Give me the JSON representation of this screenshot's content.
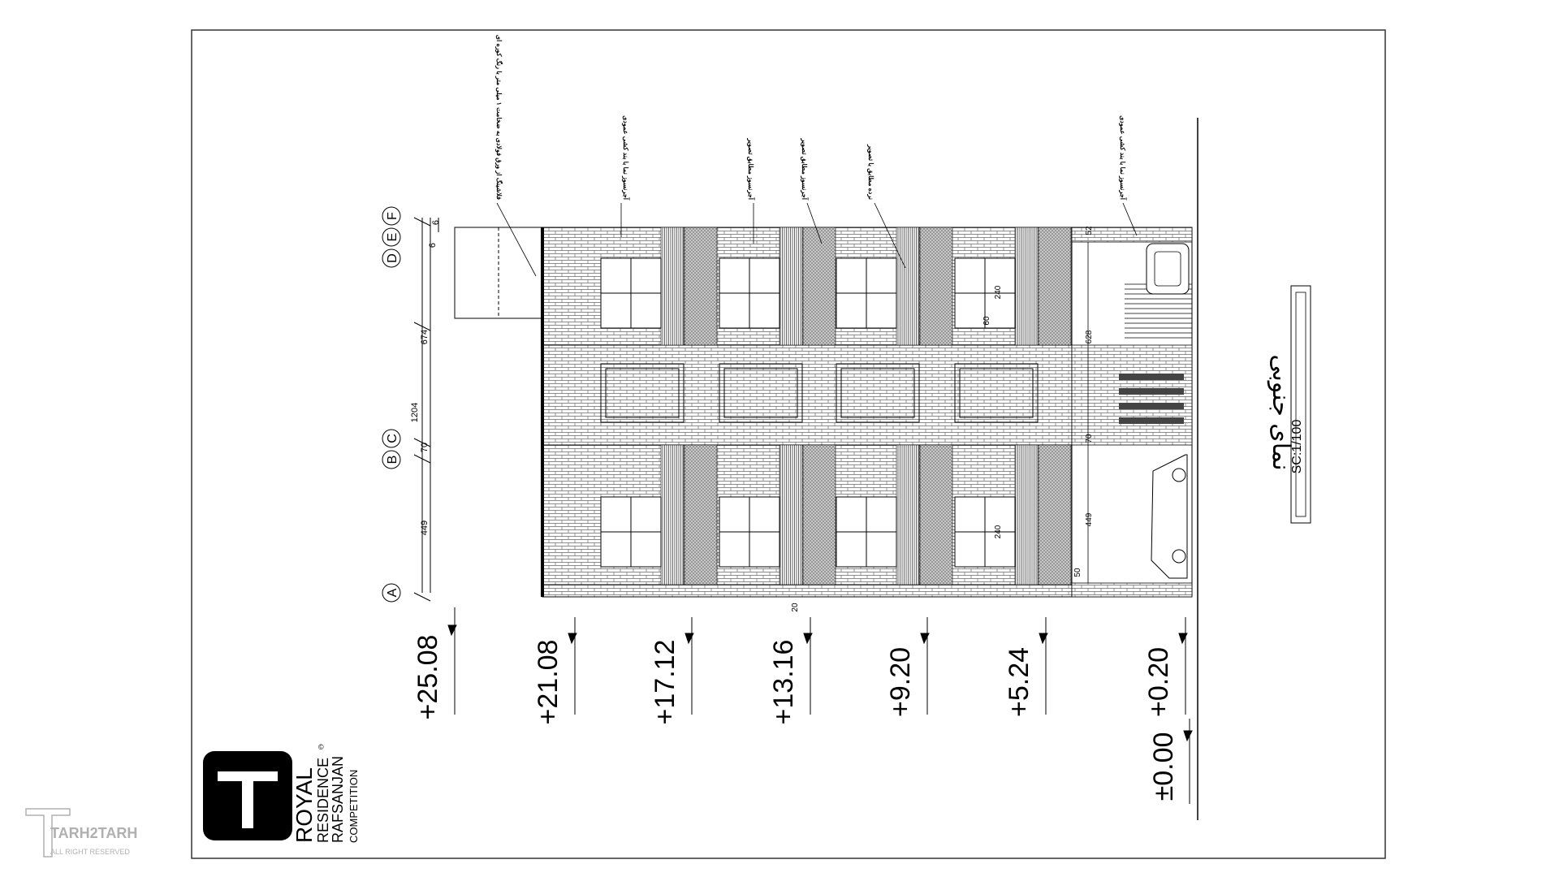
{
  "brand": {
    "line1": "ROYAL",
    "line2": "RESIDENCE",
    "line3": "RAFSANJAN",
    "line4": "COMPETITION",
    "watermark": "TARH2TARH",
    "watermark_sub": "ALL RIGHT RESERVED",
    "copyright": "©"
  },
  "drawing": {
    "title": "نمای جنوبی",
    "scale": "SC:1/100"
  },
  "levels": [
    "+25.08",
    "+21.08",
    "+17.12",
    "+13.16",
    "+9.20",
    "+5.24",
    "+0.20",
    "±0.00"
  ],
  "axes": [
    "A",
    "B",
    "C",
    "D",
    "E",
    "F"
  ],
  "dimensions": {
    "axis_total": "1204",
    "axis_left": "449",
    "axis_gap": "70",
    "axis_right": "674",
    "axis_tail": "6",
    "axis_tail2": "6",
    "win_height_top": "240",
    "win_height_bottom": "240",
    "mid_60": "60",
    "garage_top": "628",
    "garage_bottom": "449",
    "garage_70": "70",
    "garage_52": "52",
    "garage_50": "50",
    "bay_20": "20"
  },
  "annotations": [
    "فلاشینگ از ورق فولادی به ضخامت ۱ میلی متر با رنگ کوره ای",
    "آجرنسوز نما با بند کشی عمودی",
    "آجرنسوز مطابق تصویر",
    "آجرنسوز مطابق تصویر",
    "نرده مطابق با تصویر",
    "آجرنسوز نما با بند کشی عمودی"
  ],
  "colors": {
    "ink": "#000000",
    "hatch": "#555555",
    "frame": "#333333",
    "watermark": "#b0b0b0"
  }
}
